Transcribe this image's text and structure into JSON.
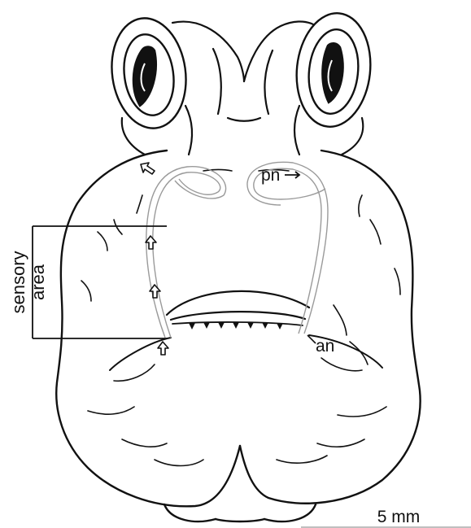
{
  "labels": {
    "pn": "pn",
    "an": "an",
    "sensory_line1": "sensory",
    "sensory_line2": "area",
    "scale_bar": "5 mm"
  },
  "colors": {
    "ink": "#111111",
    "canal": "#9a9a9a",
    "background": "#ffffff"
  }
}
